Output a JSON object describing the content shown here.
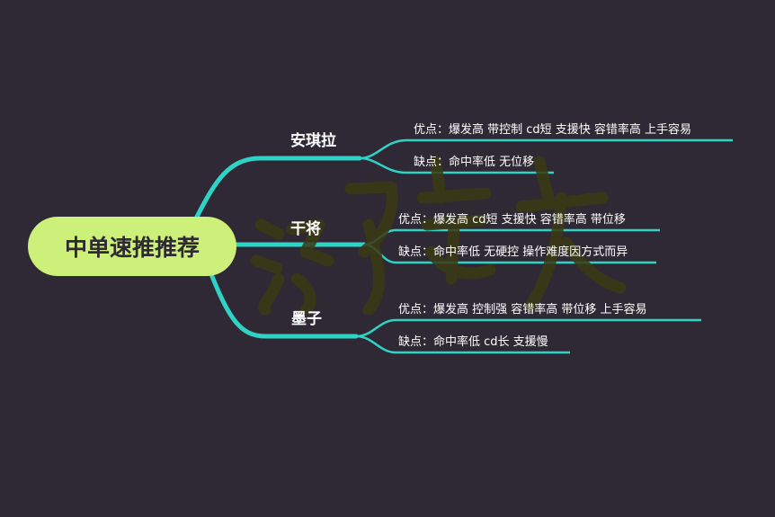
{
  "root": {
    "label": "中单速推推荐"
  },
  "branches": [
    {
      "name": "安琪拉",
      "pros": "优点：爆发高 带控制 cd短 支援快 容错率高 上手容易",
      "cons": "缺点：命中率低 无位移"
    },
    {
      "name": "干将",
      "pros": "优点：爆发高 cd短 支援快 容错率高 带位移",
      "cons": "缺点：命中率低 无硬控 操作难度因方式而异"
    },
    {
      "name": "墨子",
      "pros": "优点：爆发高 控制强 容错率高 带位移 上手容易",
      "cons": "缺点：命中率低 cd长 支援慢"
    }
  ],
  "colors": {
    "background": "#2e2934",
    "root_fill": "#ccf07a",
    "connector": "#2fd3c6",
    "text": "#ffffff"
  }
}
